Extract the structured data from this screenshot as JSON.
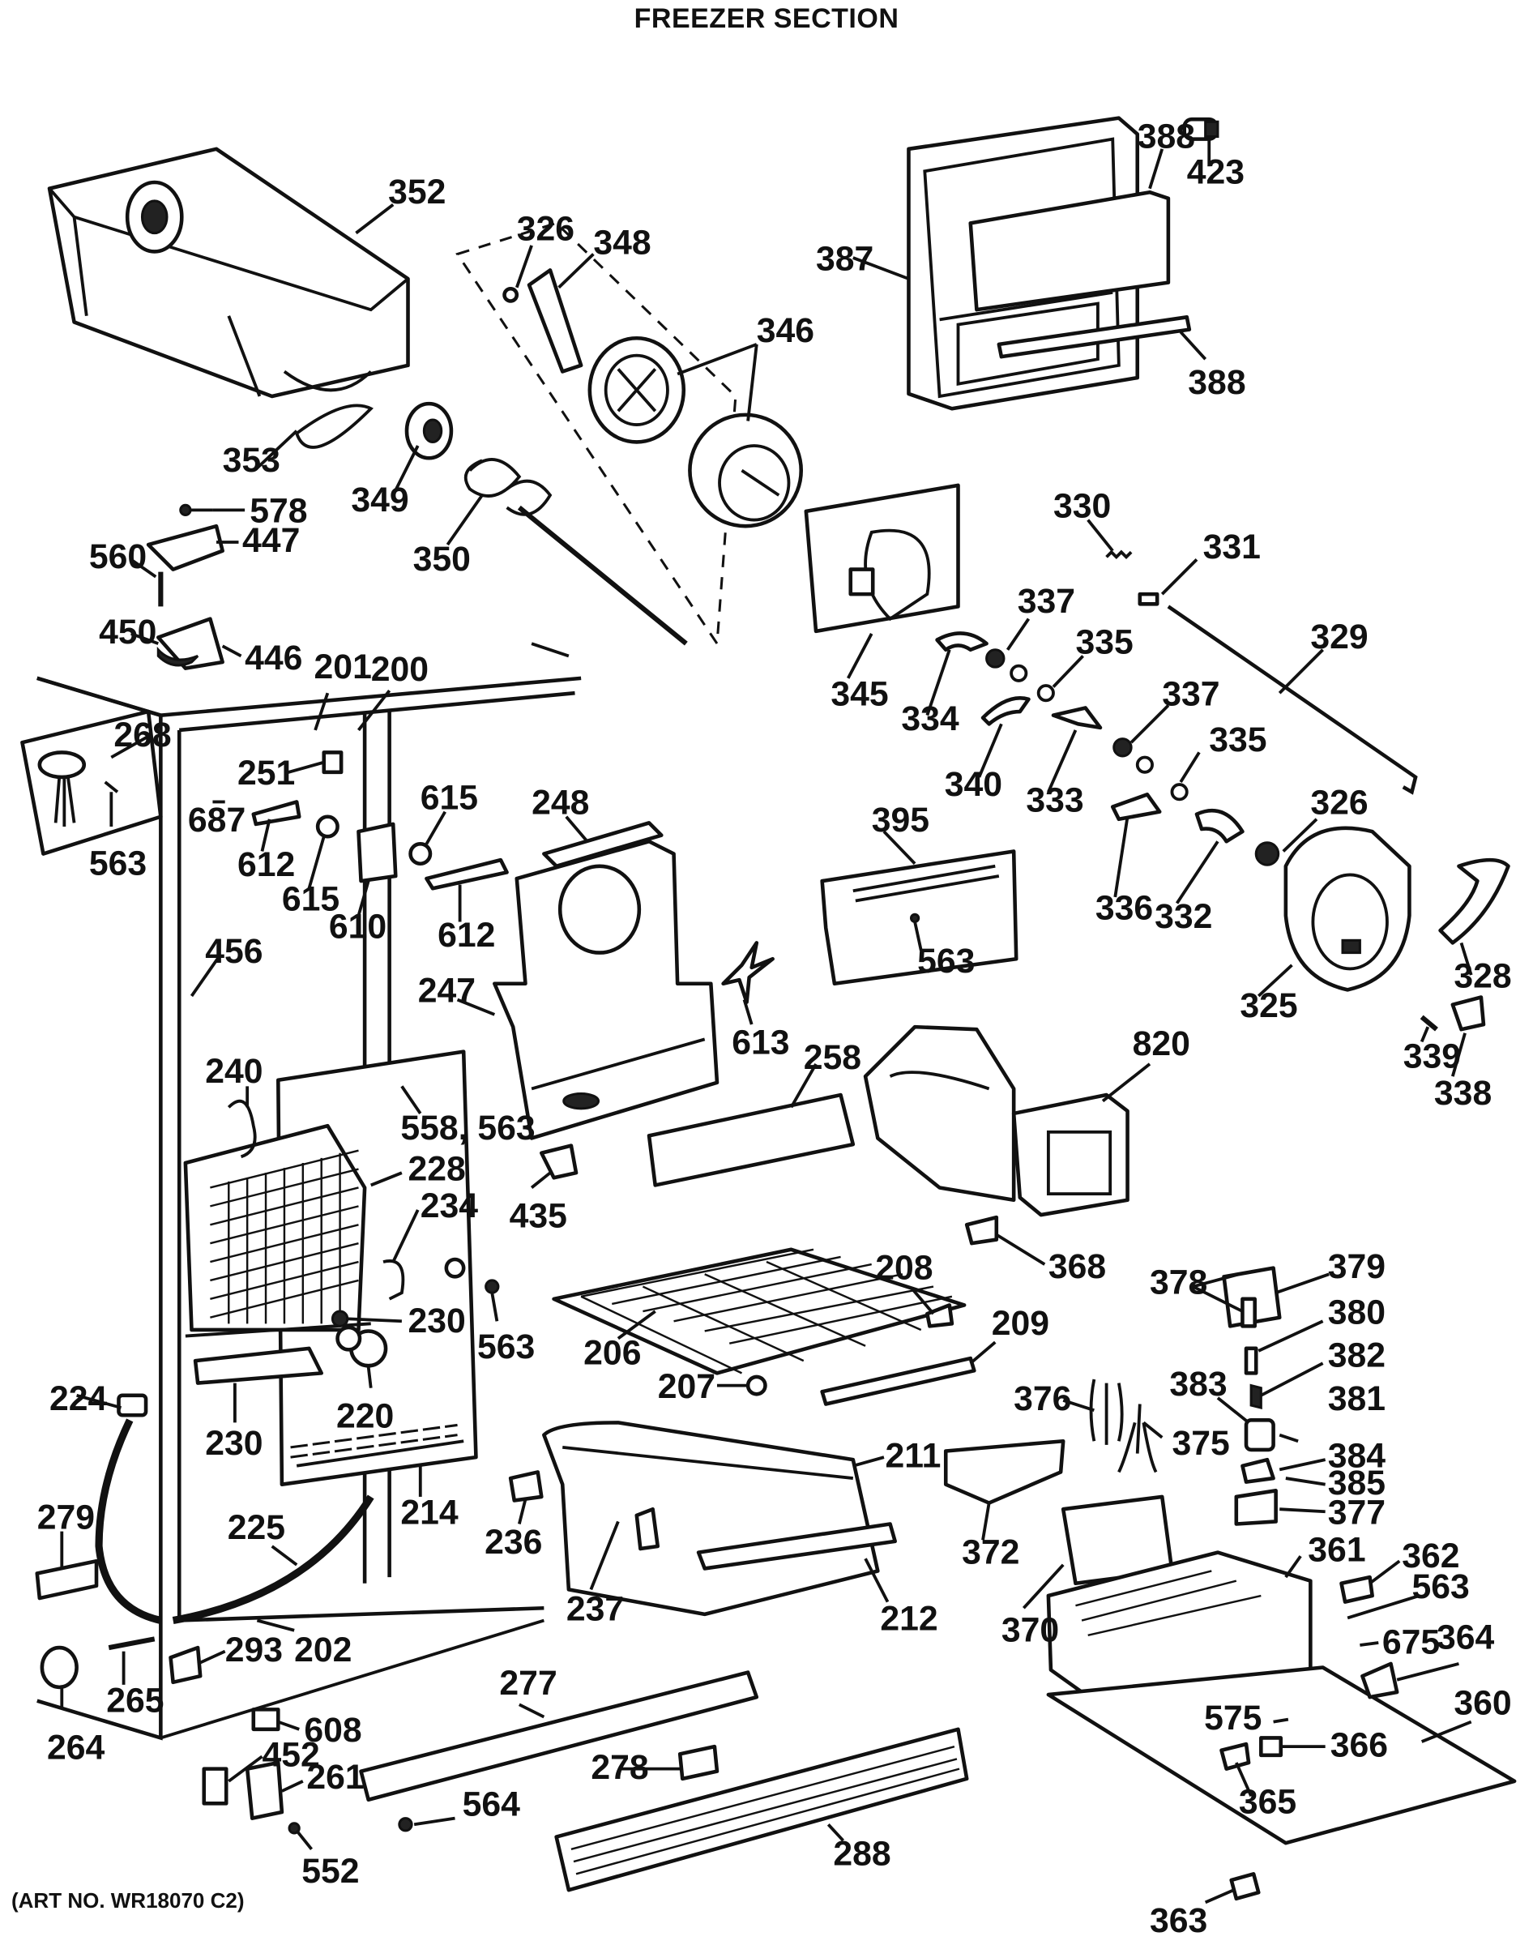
{
  "title": "FREEZER SECTION",
  "art_number": "(ART NO. WR18070 C2)",
  "parts": {
    "p352": "352",
    "p353": "353",
    "p326a": "326",
    "p348": "348",
    "p346": "346",
    "p349": "349",
    "p350": "350",
    "p387": "387",
    "p388a": "388",
    "p388b": "388",
    "p423": "423",
    "p578": "578",
    "p447": "447",
    "p560": "560",
    "p450": "450",
    "p446": "446",
    "p345": "345",
    "p330": "330",
    "p331": "331",
    "p329": "329",
    "p337a": "337",
    "p334": "334",
    "p335a": "335",
    "p340": "340",
    "p333": "333",
    "p337b": "337",
    "p335b": "335",
    "p336": "336",
    "p332": "332",
    "p326b": "326",
    "p325": "325",
    "p328": "328",
    "p339": "339",
    "p338": "338",
    "p201": "201",
    "p200": "200",
    "p268": "268",
    "p563a": "563",
    "p251": "251",
    "p687": "687",
    "p612a": "612",
    "p615a": "615",
    "p615b": "615",
    "p610": "610",
    "p612b": "612",
    "p248": "248",
    "p395": "395",
    "p563b": "563",
    "p456": "456",
    "p247": "247",
    "p613": "613",
    "p258": "258",
    "p820": "820",
    "p240": "240",
    "p558_563": "558, 563",
    "p228": "228",
    "p234": "234",
    "p435": "435",
    "p368": "368",
    "p230a": "230",
    "p563c": "563",
    "p206": "206",
    "p208": "208",
    "p209": "209",
    "p207": "207",
    "p378": "378",
    "p379": "379",
    "p380": "380",
    "p382": "382",
    "p383": "383",
    "p381": "381",
    "p376": "376",
    "p375": "375",
    "p384": "384",
    "p385": "385",
    "p377": "377",
    "p224": "224",
    "p230b": "230",
    "p220": "220",
    "p214": "214",
    "p211": "211",
    "p236": "236",
    "p225": "225",
    "p279": "279",
    "p237": "237",
    "p212": "212",
    "p372": "372",
    "p370": "370",
    "p361": "361",
    "p362": "362",
    "p563d": "563",
    "p202": "202",
    "p293": "293",
    "p265": "265",
    "p264": "264",
    "p608": "608",
    "p277": "277",
    "p675": "675",
    "p364": "364",
    "p360": "360",
    "p575": "575",
    "p366": "366",
    "p452": "452",
    "p261": "261",
    "p278": "278",
    "p365": "365",
    "p564": "564",
    "p552": "552",
    "p288": "288",
    "p363": "363"
  }
}
